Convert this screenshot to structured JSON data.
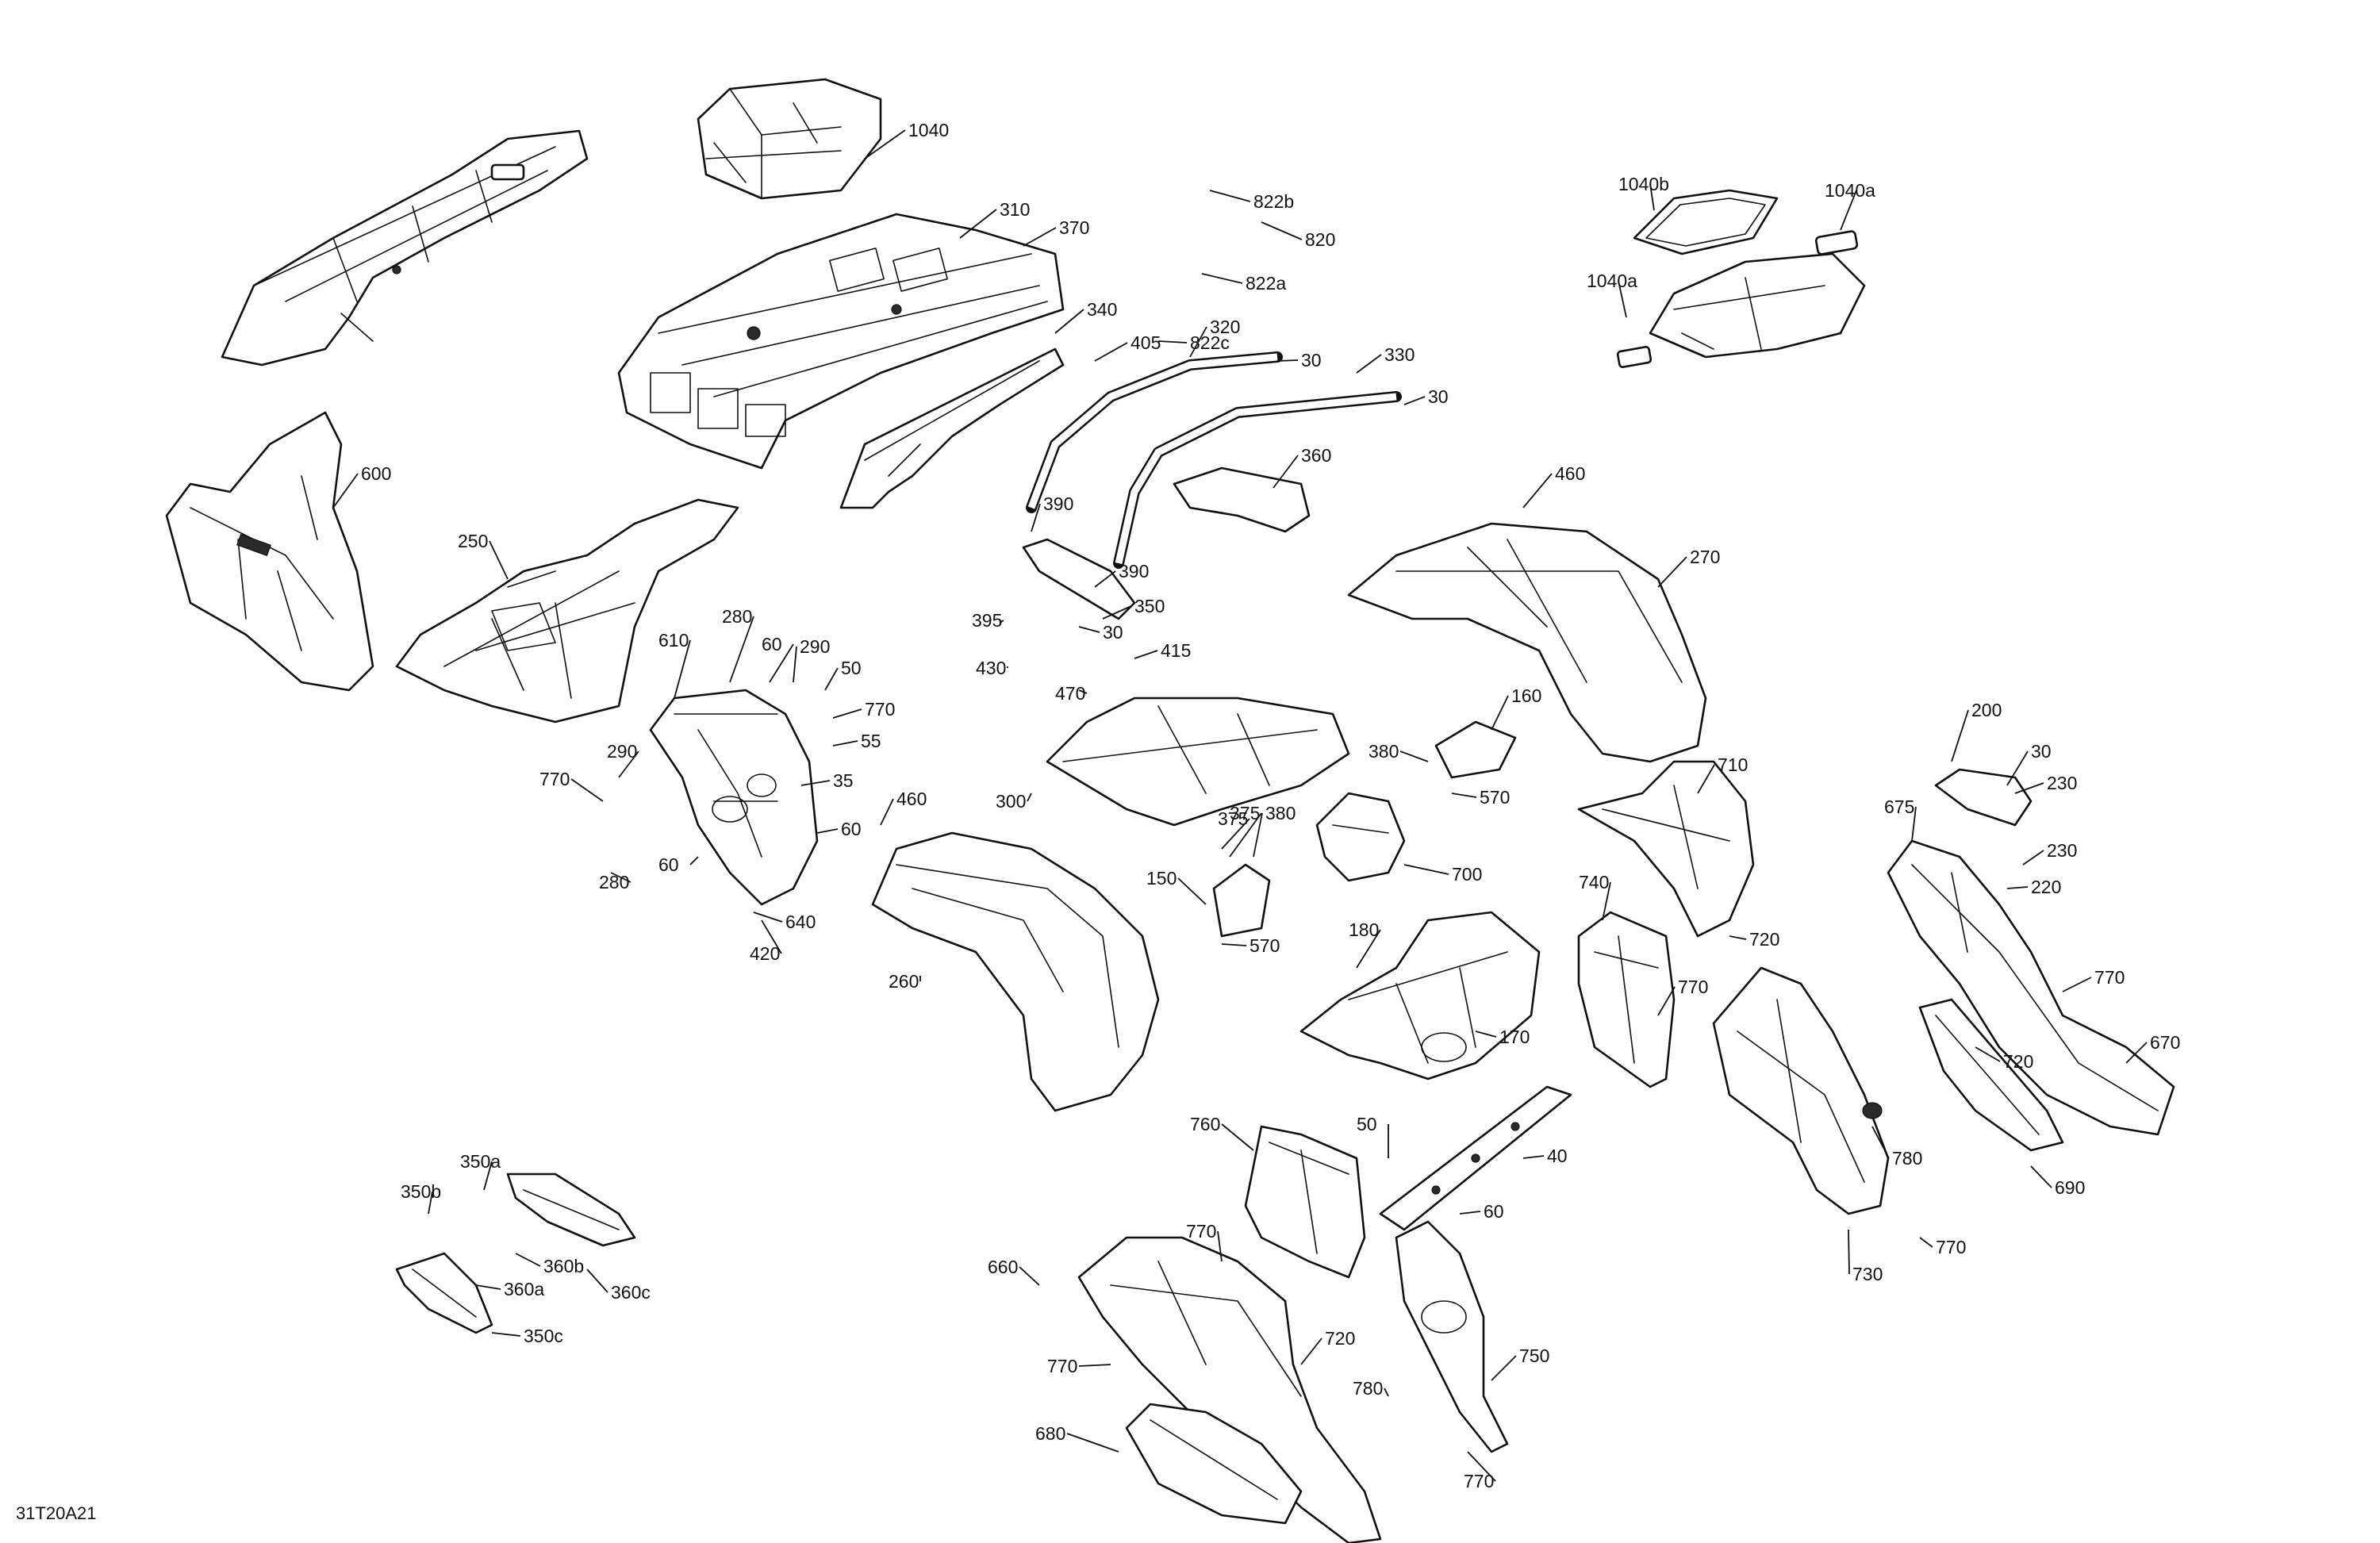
{
  "figure_ref": "31T20A21",
  "callouts": [
    "1040",
    "822b",
    "820",
    "822a",
    "822c",
    "310",
    "370",
    "340",
    "405",
    "320",
    "30",
    "330",
    "30",
    "1040b",
    "1040a",
    "1040a",
    "600",
    "250",
    "390",
    "360",
    "460",
    "270",
    "390",
    "350",
    "395",
    "30",
    "415",
    "430",
    "470",
    "280",
    "610",
    "60",
    "290",
    "50",
    "770",
    "55",
    "35",
    "60",
    "290",
    "770",
    "280",
    "60",
    "460",
    "640",
    "420",
    "300",
    "375",
    "160",
    "380",
    "570",
    "375",
    "380",
    "150",
    "570",
    "700",
    "260",
    "180",
    "170",
    "200",
    "30",
    "230",
    "675",
    "230",
    "220",
    "710",
    "740",
    "720",
    "770",
    "770",
    "720",
    "670",
    "690",
    "780",
    "770",
    "730",
    "50",
    "40",
    "60",
    "760",
    "770",
    "660",
    "720",
    "770",
    "780",
    "750",
    "680",
    "770",
    "350a",
    "350b",
    "360b",
    "360a",
    "360c",
    "350c"
  ]
}
